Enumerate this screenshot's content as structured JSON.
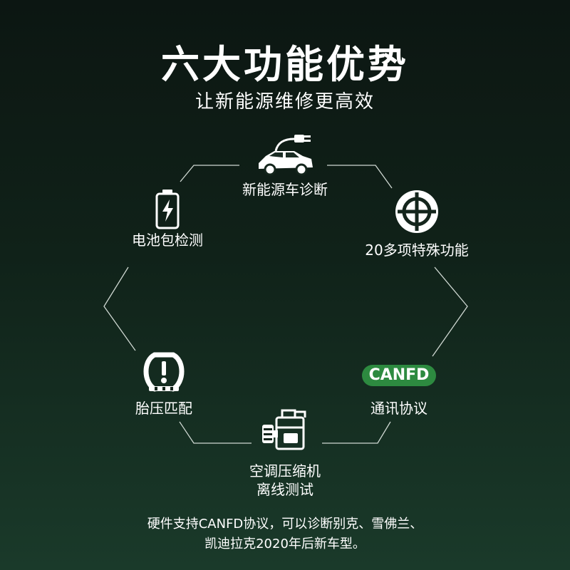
{
  "header": {
    "title": "六大功能优势",
    "subtitle": "让新能源维修更高效"
  },
  "features": {
    "ev_diagnosis": {
      "label": "新能源车诊断",
      "icon": "ev-car-plug-icon"
    },
    "battery_test": {
      "label": "电池包检测",
      "icon": "battery-icon"
    },
    "special_functions": {
      "label": "20多项特殊功能",
      "icon": "crosshair-icon"
    },
    "canfd": {
      "badge": "CANFD",
      "label": "通讯协议"
    },
    "tpms": {
      "label": "胎压匹配",
      "icon": "tire-pressure-icon"
    },
    "compressor": {
      "label_line1": "空调压缩机",
      "label_line2": "离线测试",
      "icon": "compressor-icon"
    }
  },
  "colors": {
    "accent": "#2d8a40",
    "background_top": "#0c1612",
    "background_bottom": "#1a3a2a"
  },
  "footer": {
    "line1": "硬件支持CANFD协议，可以诊断别克、雪佛兰、",
    "line2": "凯迪拉克2020年后新车型。"
  }
}
